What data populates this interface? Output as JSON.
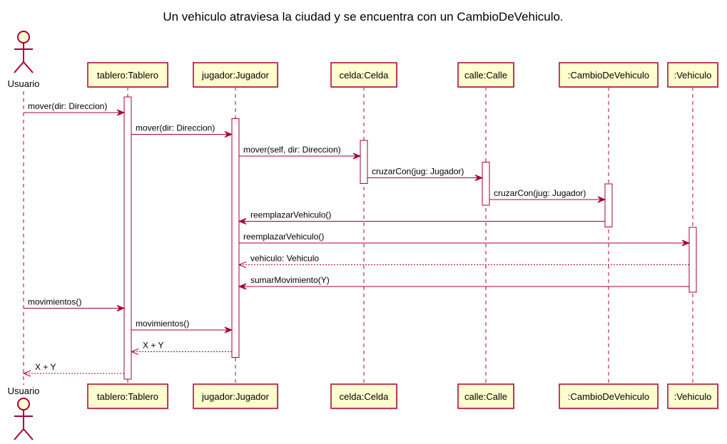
{
  "title": "Un vehiculo atraviesa la ciudad y se encuentra con un CambioDeVehiculo.",
  "participants": [
    {
      "id": "usuario",
      "label": "Usuario",
      "kind": "actor"
    },
    {
      "id": "tablero",
      "label": "tablero:Tablero",
      "kind": "box"
    },
    {
      "id": "jugador",
      "label": "jugador:Jugador",
      "kind": "box"
    },
    {
      "id": "celda",
      "label": "celda:Celda",
      "kind": "box"
    },
    {
      "id": "calle",
      "label": "calle:Calle",
      "kind": "box"
    },
    {
      "id": "cambio",
      "label": ":CambioDeVehiculo",
      "kind": "box"
    },
    {
      "id": "vehiculo",
      "label": ":Vehiculo",
      "kind": "box"
    }
  ],
  "messages": [
    {
      "from": "usuario",
      "to": "tablero",
      "label": "mover(dir: Direccion)",
      "type": "sync"
    },
    {
      "from": "tablero",
      "to": "jugador",
      "label": "mover(dir: Direccion)",
      "type": "sync"
    },
    {
      "from": "jugador",
      "to": "celda",
      "label": "mover(self, dir: Direccion)",
      "type": "sync"
    },
    {
      "from": "celda",
      "to": "calle",
      "label": "cruzarCon(jug: Jugador)",
      "type": "sync"
    },
    {
      "from": "calle",
      "to": "cambio",
      "label": "cruzarCon(jug: Jugador)",
      "type": "sync"
    },
    {
      "from": "cambio",
      "to": "jugador",
      "label": "reemplazarVehiculo()",
      "type": "sync"
    },
    {
      "from": "jugador",
      "to": "vehiculo",
      "label": "reemplazarVehiculo()",
      "type": "sync"
    },
    {
      "from": "vehiculo",
      "to": "jugador",
      "label": "vehiculo: Vehiculo",
      "type": "return"
    },
    {
      "from": "vehiculo",
      "to": "jugador",
      "label": "sumarMovimiento(Y)",
      "type": "sync"
    },
    {
      "from": "usuario",
      "to": "tablero",
      "label": "movimientos()",
      "type": "sync"
    },
    {
      "from": "tablero",
      "to": "jugador",
      "label": "movimientos()",
      "type": "sync"
    },
    {
      "from": "jugador",
      "to": "tablero",
      "label": "X + Y",
      "type": "return"
    },
    {
      "from": "tablero",
      "to": "usuario",
      "label": "X + Y",
      "type": "return"
    }
  ],
  "activations": [
    {
      "participant": "tablero",
      "start_step": 0,
      "end_step": 12
    },
    {
      "participant": "jugador",
      "start_step": 1,
      "end_step": 11
    },
    {
      "participant": "celda",
      "start_step": 2,
      "end_step": 3
    },
    {
      "participant": "calle",
      "start_step": 3,
      "end_step": 4
    },
    {
      "participant": "cambio",
      "start_step": 4,
      "end_step": 5
    },
    {
      "participant": "vehiculo",
      "start_step": 6,
      "end_step": 8
    }
  ],
  "colors": {
    "border": "#A80036",
    "participant_fill": "#FEFECE",
    "background": "#FFFFFF"
  }
}
